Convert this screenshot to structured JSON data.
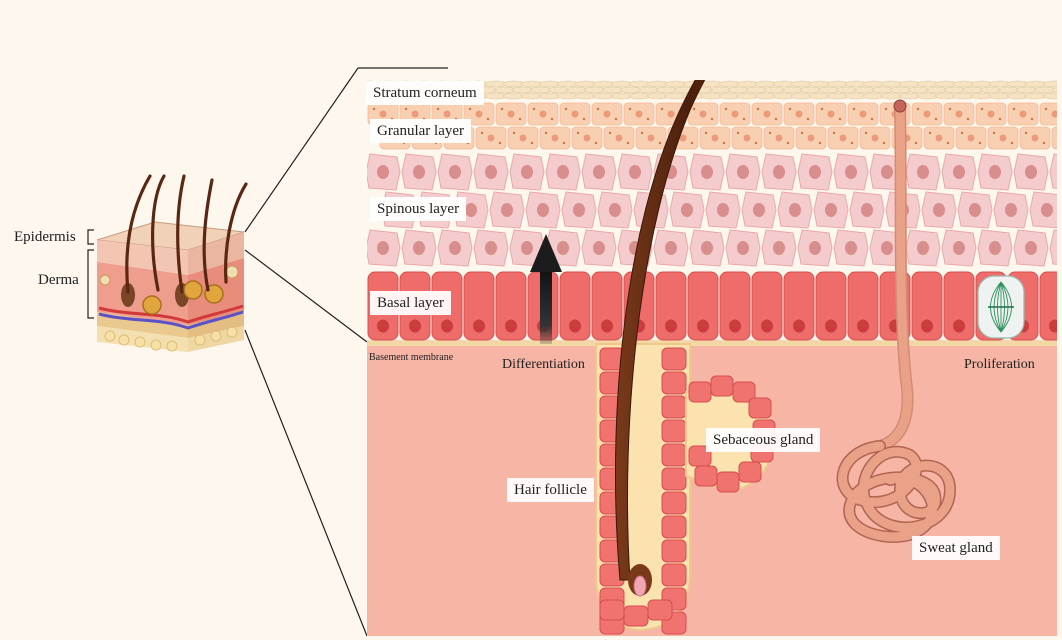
{
  "labels": {
    "epidermis": "Epidermis",
    "derma": "Derma",
    "stratum_corneum": "Stratum corneum",
    "granular_layer": "Granular layer",
    "spinous_layer": "Spinous layer",
    "basal_layer": "Basal layer",
    "basement_membrane": "Basement membrane",
    "differentiation": "Differentiation",
    "proliferation": "Proliferation",
    "sebaceous_gland": "Sebaceous gland",
    "hair_follicle": "Hair follicle",
    "sweat_gland": "Sweat gland"
  },
  "colors": {
    "background": "#fdf7ee",
    "dermis": "#f7b5a6",
    "stratum_corneum": "#f6e3c4",
    "granular_cell": "#f8cfb0",
    "spinous_cell": "#f5cccd",
    "basal_cell": "#ee6d6b",
    "nucleus": "#d98e8e",
    "basal_nucleus": "#c93d3b",
    "hair": "#5a2812",
    "follicle_cell": "#f07370",
    "sweat_duct": "#e9a288",
    "arrow": "#1c1c1c"
  },
  "icons": {
    "differentiation_arrow": "arrow-up-icon",
    "mitotic_cell": "mitotic-spindle-icon"
  }
}
